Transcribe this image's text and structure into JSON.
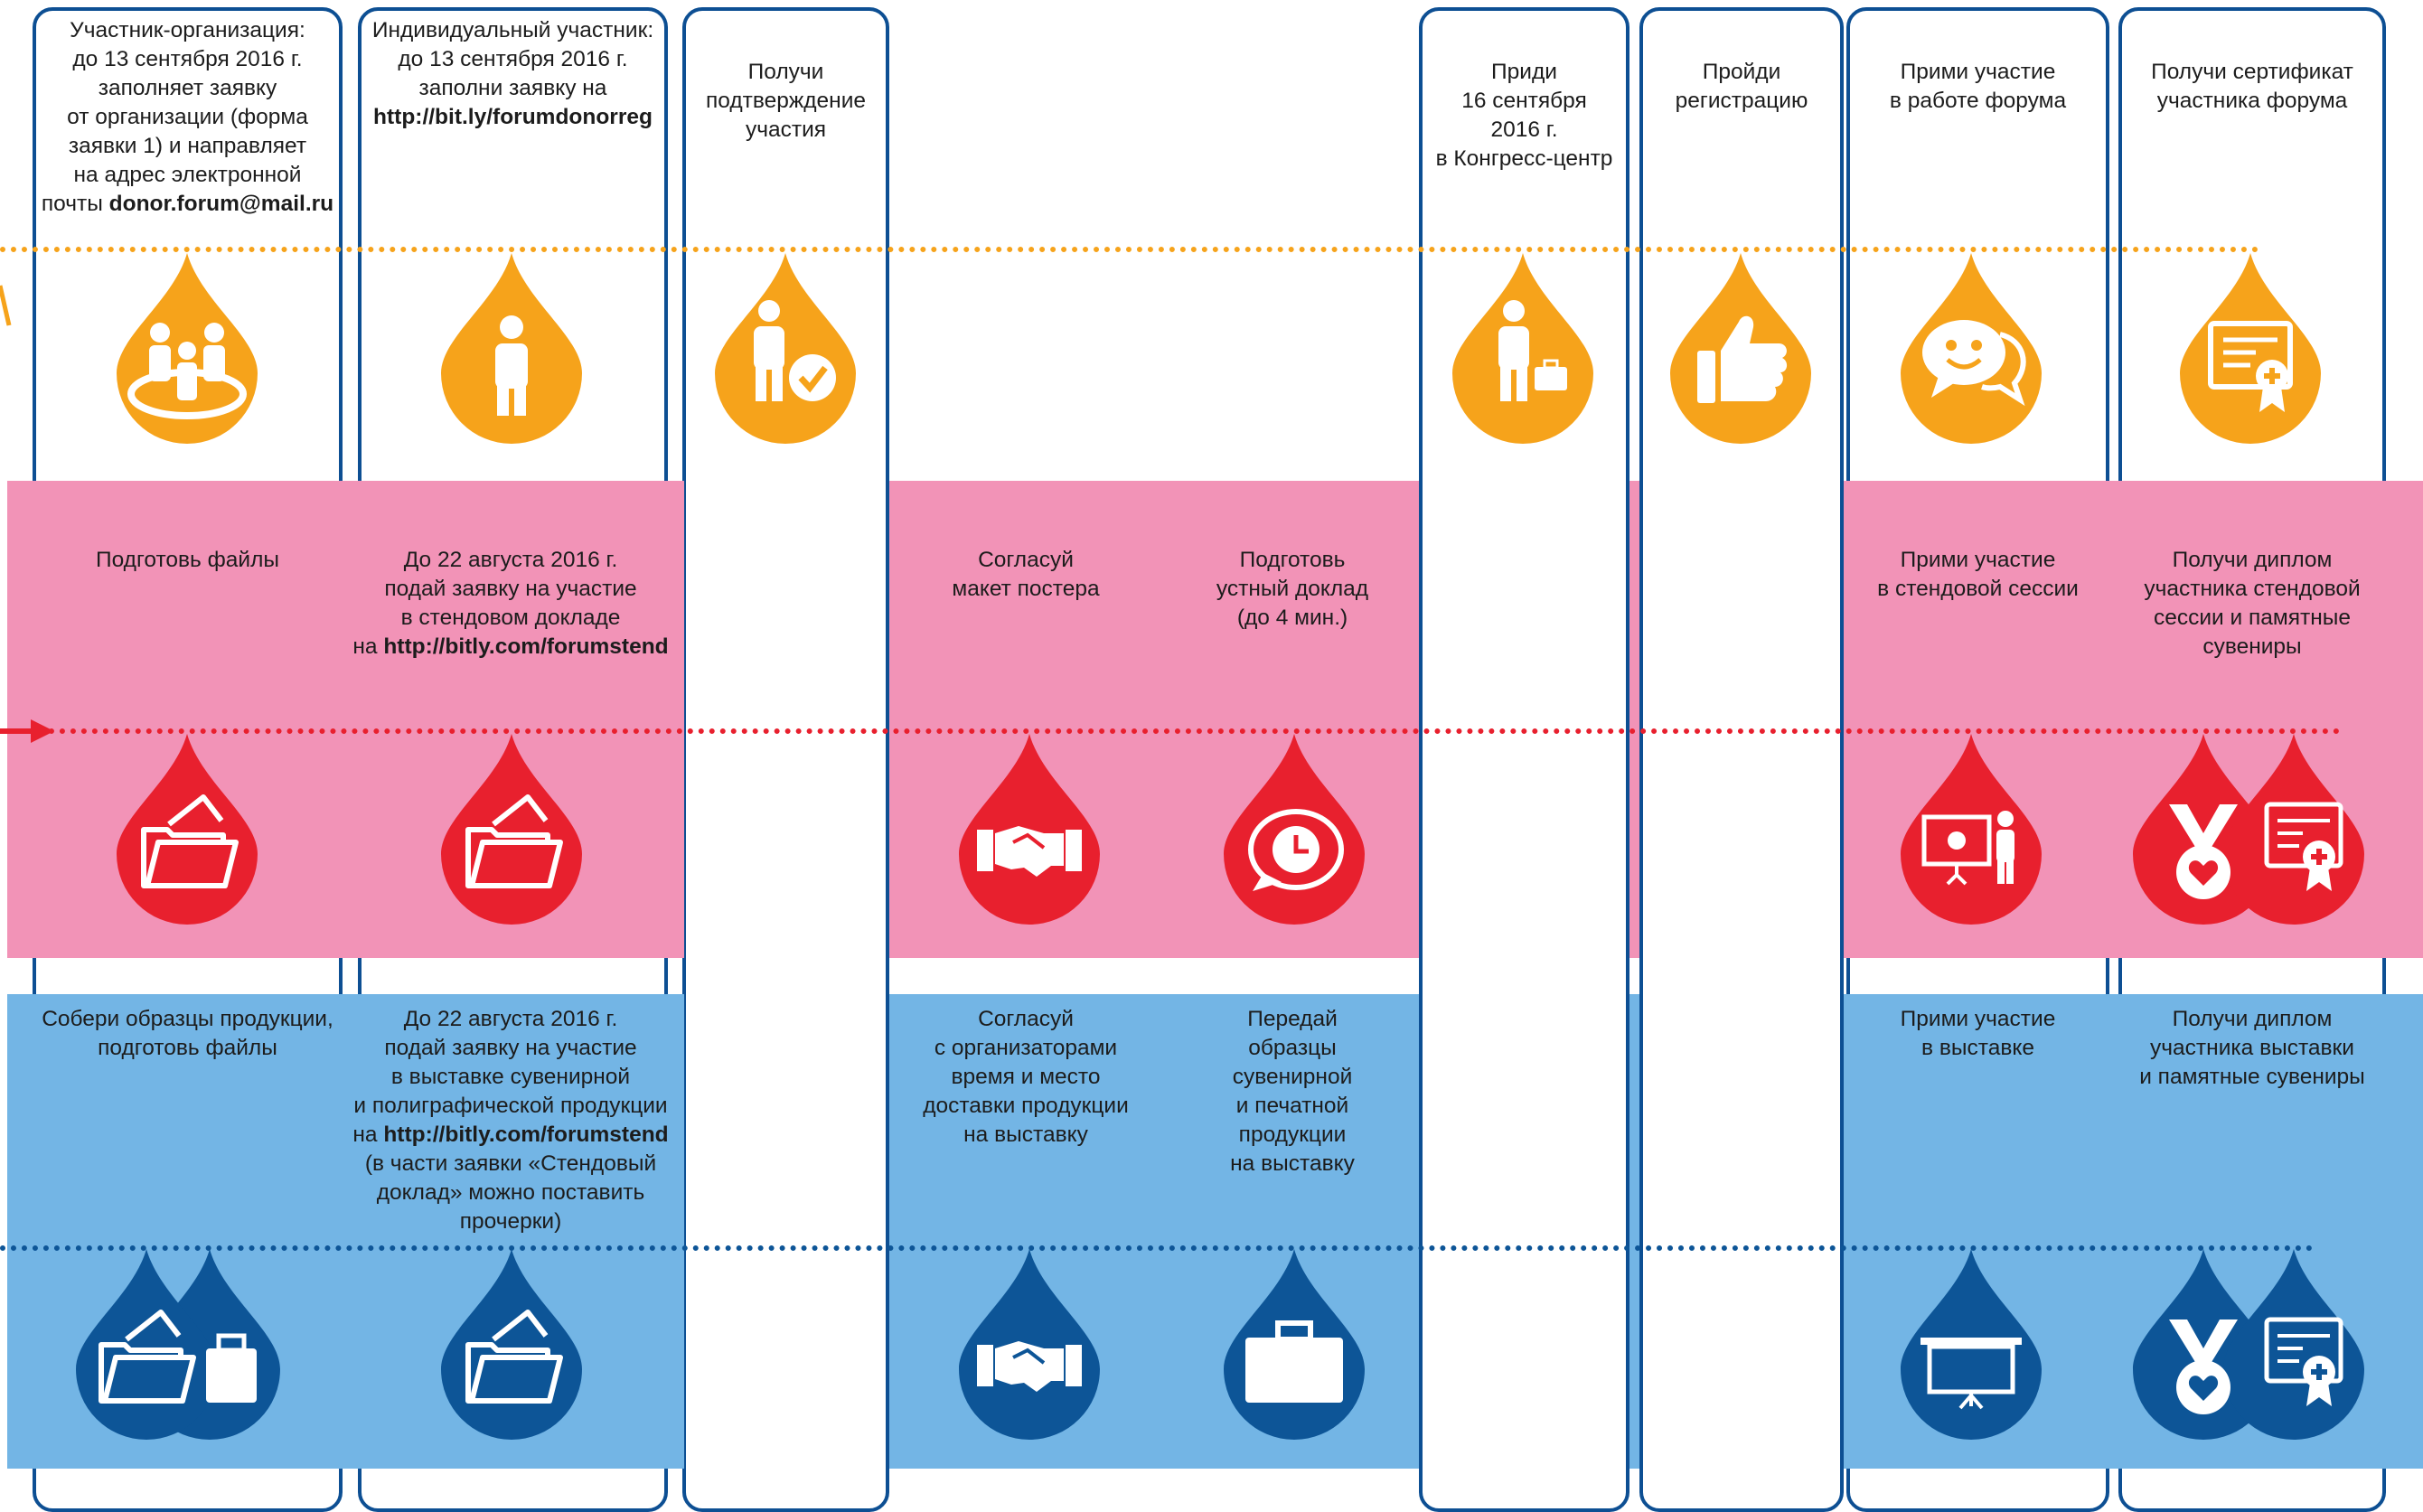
{
  "colors": {
    "orange": "#f6a31b",
    "red": "#e8202e",
    "dark_blue": "#0d5597",
    "pink_band": "#f293b7",
    "blue_band": "#73b5e5",
    "column_border": "#0d4f93"
  },
  "top_steps": [
    {
      "text_lines": [
        "Участник-организация:",
        "до 13 сентября 2016 г.",
        "заполняет заявку",
        "от организации (форма",
        "заявки 1) и направляет",
        "на адрес электронной"
      ],
      "last_prefix": "почты ",
      "last_bold": "donor.forum@mail.ru",
      "icon": "group-of-people-icon"
    },
    {
      "text_lines": [
        "Индивидуальный участник:",
        "до 13 сентября 2016 г.",
        "заполни заявку на"
      ],
      "last_prefix": "",
      "last_bold": "http://bit.ly/forumdonorreg",
      "icon": "person-icon"
    },
    {
      "text_lines": [
        "Получи",
        "подтверждение",
        "участия"
      ],
      "icon": "person-check-icon"
    },
    {
      "text_lines": [
        "Приди",
        "16 сентября",
        "2016 г.",
        "в Конгресс-центр"
      ],
      "icon": "person-briefcase-icon"
    },
    {
      "text_lines": [
        "Пройди",
        "регистрацию"
      ],
      "icon": "thumbs-up-icon"
    },
    {
      "text_lines": [
        "Прими участие",
        "в работе форума"
      ],
      "icon": "chat-smile-icon"
    },
    {
      "text_lines": [
        "Получи сертификат",
        "участника форума"
      ],
      "icon": "certificate-icon"
    }
  ],
  "pink_steps": [
    {
      "text_lines": [
        "Подготовь файлы"
      ],
      "icon": "folder-icon"
    },
    {
      "text_lines": [
        "До 22 августа 2016 г.",
        "подай заявку на участие",
        "в стендовом докладе"
      ],
      "last_prefix": "на ",
      "last_bold": "http://bitly.com/forumstend",
      "icon": "folder-icon"
    },
    {
      "text_lines": [
        "Согласуй",
        "макет постера"
      ],
      "icon": "handshake-icon"
    },
    {
      "text_lines": [
        "Подготовь",
        "устный доклад",
        "(до 4 мин.)"
      ],
      "icon": "speech-clock-icon"
    },
    {
      "text_lines": [
        "Прими участие",
        "в стендовой сессии"
      ],
      "icon": "presentation-icon"
    },
    {
      "text_lines": [
        "Получи диплом",
        "участника стендовой",
        "сессии и памятные",
        "сувениры"
      ],
      "icon": "medal-certificate-icon"
    }
  ],
  "blue_steps": [
    {
      "text_lines": [
        "Собери образцы продукции,",
        "подготовь файлы"
      ],
      "icon": "folder-briefcase-icon"
    },
    {
      "text_lines": [
        "До 22 августа 2016 г.",
        "подай заявку на участие",
        "в выставке сувенирной",
        "и полиграфической продукции"
      ],
      "last_prefix": "на ",
      "last_bold": "http://bitly.com/forumstend",
      "after_lines": [
        "(в части заявки «Стендовый",
        "доклад» можно поставить",
        "прочерки)"
      ],
      "icon": "folder-icon"
    },
    {
      "text_lines": [
        "Согласуй",
        "с организаторами",
        "время и место",
        "доставки продукции",
        "на выставку"
      ],
      "icon": "handshake-icon"
    },
    {
      "text_lines": [
        "Передай",
        "образцы",
        "сувенирной",
        "и печатной",
        "продукции",
        "на выставку"
      ],
      "icon": "briefcase-icon"
    },
    {
      "text_lines": [
        "Прими участие",
        "в выставке"
      ],
      "icon": "projector-screen-icon"
    },
    {
      "text_lines": [
        "Получи диплом",
        "участника выставки",
        "и памятные сувениры"
      ],
      "icon": "medal-certificate-icon"
    }
  ]
}
